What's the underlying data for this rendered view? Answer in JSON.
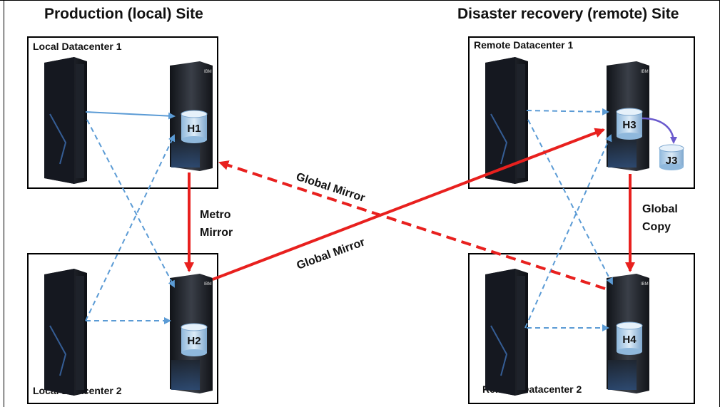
{
  "sites": {
    "production_title": "Production (local) Site",
    "recovery_title": "Disaster recovery (remote) Site"
  },
  "datacenters": {
    "local1": "Local Datacenter 1",
    "local2": "Local Datacenter 2",
    "remote1": "Remote Datacenter 1",
    "remote2": "Remote Datacenter 2"
  },
  "volumes": {
    "h1": "H1",
    "h2": "H2",
    "h3": "H3",
    "h4": "H4",
    "j3": "J3"
  },
  "links": {
    "metro_mirror_line1": "Metro",
    "metro_mirror_line2": "Mirror",
    "global_copy_line1": "Global",
    "global_copy_line2": "Copy",
    "global_mirror_upper": "Global Mirror",
    "global_mirror_lower": "Global Mirror",
    "storage_brand": "IBM"
  },
  "colors": {
    "replication": "#e8201e",
    "host_io": "#5b9bd5",
    "flashcopy": "#6a5acd"
  }
}
